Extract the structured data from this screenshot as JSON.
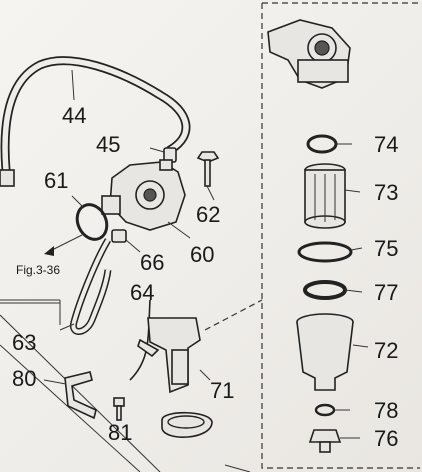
{
  "callouts": {
    "p44": "44",
    "p45": "45",
    "p61": "61",
    "p62": "62",
    "p60": "60",
    "p66": "66",
    "p64": "64",
    "p63": "63",
    "p80": "80",
    "p81": "81",
    "p71": "71",
    "p74": "74",
    "p73": "73",
    "p75": "75",
    "p77": "77",
    "p72": "72",
    "p78": "78",
    "p76": "76"
  },
  "figure_ref": "Fig.3-36"
}
